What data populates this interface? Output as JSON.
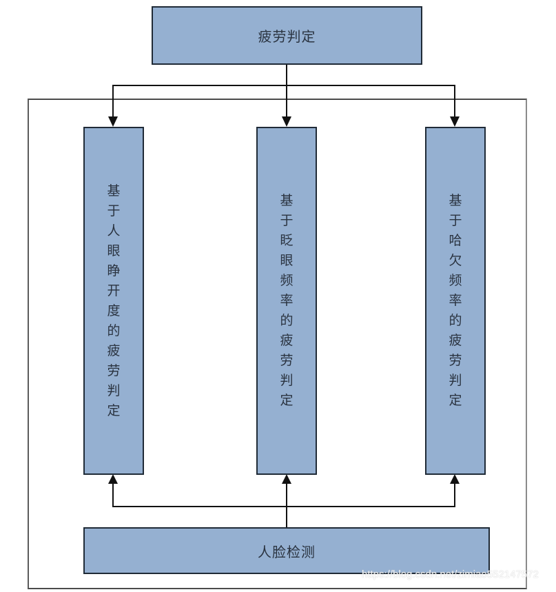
{
  "diagram": {
    "top_node": {
      "label": "疲劳判定"
    },
    "methods": [
      {
        "label": "基于人眼睁开度的疲劳判定"
      },
      {
        "label": "基于眨眼频率的疲劳判定"
      },
      {
        "label": "基于哈欠频率的疲劳判定"
      }
    ],
    "bottom_node": {
      "label": "人脸检测"
    },
    "edges": [
      {
        "from": "疲劳判定",
        "to": "基于人眼睁开度的疲劳判定"
      },
      {
        "from": "疲劳判定",
        "to": "基于眨眼频率的疲劳判定"
      },
      {
        "from": "疲劳判定",
        "to": "基于哈欠频率的疲劳判定"
      },
      {
        "from": "人脸检测",
        "to": "基于人眼睁开度的疲劳判定"
      },
      {
        "from": "人脸检测",
        "to": "基于眨眼频率的疲劳判定"
      },
      {
        "from": "人脸检测",
        "to": "基于哈欠频率的疲劳判定"
      }
    ],
    "colors": {
      "node_fill": "#95b0d1",
      "node_border": "#1f2a36",
      "line": "#111111",
      "text": "#2a3340"
    }
  },
  "watermark": "https://blog.csdn.net/zimiao552147572"
}
